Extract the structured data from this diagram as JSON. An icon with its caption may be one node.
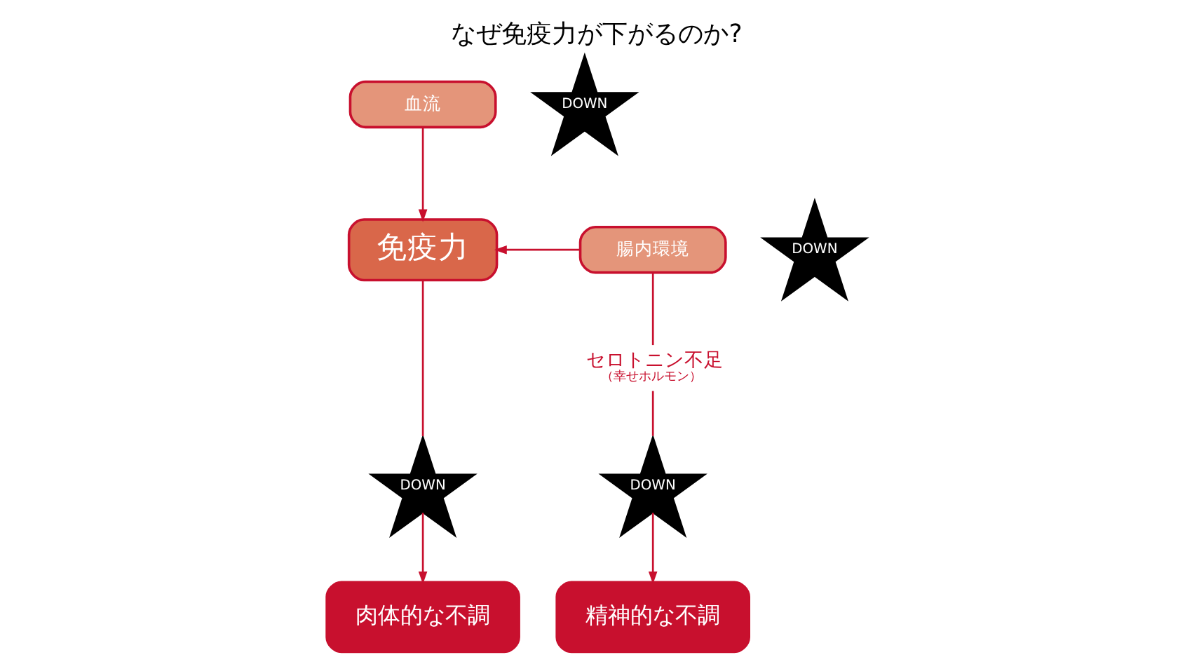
{
  "diagram": {
    "title": "なぜ免疫力が下がるのか?",
    "nodes": [
      {
        "text": [
          "免疫力"
        ]
      },
      {
        "text": [
          "血流"
        ]
      },
      {
        "text": [
          "DOWN"
        ]
      },
      {
        "text": [
          "腸内環境"
        ]
      },
      {
        "text": [
          "DOWN"
        ]
      },
      {
        "text": [
          "セロトニン不足",
          "（幸せホルモン）"
        ]
      },
      {
        "text": [
          "DOWN"
        ]
      },
      {
        "text": [
          "DOWN"
        ]
      },
      {
        "text": [
          "肉体的な不調"
        ]
      },
      {
        "text": [
          "精神的な不調"
        ]
      }
    ],
    "edges": [
      {
        "from": 1,
        "to": 0,
        "arrow": "to"
      },
      {
        "from": 3,
        "to": 0,
        "arrow": "to"
      },
      {
        "from": 3,
        "to": 5,
        "arrow": "none"
      },
      {
        "from": 0,
        "to": 6,
        "arrow": "none"
      },
      {
        "from": 6,
        "to": 8,
        "arrow": "to"
      },
      {
        "from": 5,
        "to": 7,
        "arrow": "none"
      },
      {
        "from": 7,
        "to": 9,
        "arrow": "to"
      }
    ]
  }
}
